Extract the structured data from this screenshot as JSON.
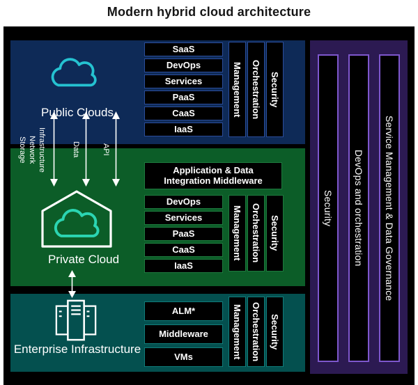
{
  "title": "Modern hybrid cloud architecture",
  "colors": {
    "public_bg": "#0e2a57",
    "public_border": "#2b4d9b",
    "private_bg": "#0c5d28",
    "private_border": "#1e7a3e",
    "enterprise_bg": "#04504f",
    "enterprise_border": "#107d7b",
    "right_panel_bg": "#2c1a52",
    "right_panel_border": "#7e57cd",
    "public_cloud_icon": "#25c2d1",
    "private_cloud_icon": "#2bd5b2",
    "box_bg": "#000000",
    "text_light": "#ffffff",
    "text_dark": "#161616"
  },
  "icons": {
    "public": "cloud-icon",
    "private": "house-cloud-icon",
    "enterprise": "server-rack-icon"
  },
  "sections": {
    "public": {
      "label": "Public Clouds",
      "boxes": [
        "SaaS",
        "DevOps",
        "Services",
        "PaaS",
        "CaaS",
        "IaaS"
      ],
      "bars": [
        "Management",
        "Orchestration",
        "Security"
      ]
    },
    "private": {
      "label": "Private Cloud",
      "middleware": "Application & Data Integration Middleware",
      "boxes": [
        "DevOps",
        "Services",
        "PaaS",
        "CaaS",
        "IaaS"
      ],
      "bars": [
        "Management",
        "Orchestration",
        "Security"
      ]
    },
    "enterprise": {
      "label": "Enterprise Infrastructure",
      "boxes": [
        "ALM*",
        "Middleware",
        "VMs"
      ],
      "bars": [
        "Management",
        "Orchestration",
        "Security"
      ]
    }
  },
  "connectors": {
    "infra_label_lines": [
      "Infrastructure",
      "Network",
      "Storage"
    ],
    "data_label": "Data",
    "api_label": "API"
  },
  "right_panel": {
    "bars": [
      "Security",
      "DevOps and orchestration",
      "Service Management & Data Governance"
    ]
  }
}
